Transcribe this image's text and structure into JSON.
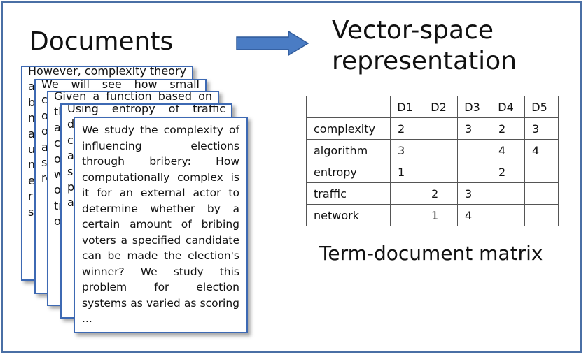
{
  "left_title": "Documents",
  "right_title_line1": "Vector-space",
  "right_title_line2": "representation",
  "colors": {
    "frame": "#4a6fa5",
    "arrow": "#4a7cc4",
    "page_border": "#3d69b3"
  },
  "documents": [
    {
      "text": "However, complexity theory alone is not a sufficient barrier against manipulation in practice. In a large family of elections under reasonable random models, manipulation is easy for many natural rules. Nearly all such scenarios"
    },
    {
      "text": "We will see how small coalitions can influence outcomes in many elections of interest, and that known algorithms readily compute such manipulations at a reasonable cost in practice"
    },
    {
      "text": "Given a function based on the visible traffic flows, we analyze its behavior and compute the key measure of interest. We verify this with several experiments on real and simulated traffic, by comparing the outcomes"
    },
    {
      "text": "Using entropy of traffic distributions, we characterize network anomalies and show that simple probes reveal patterns quite effectively in a bounded window"
    },
    {
      "text": "We study the complexity of influencing elections through bribery: How computationally complex is it for an external actor to determine whether by a certain amount of bribing voters a specified candidate can be made the election's winner? We study this problem for election systems as varied as scoring ..."
    }
  ],
  "matrix": {
    "columns": [
      "D1",
      "D2",
      "D3",
      "D4",
      "D5"
    ],
    "rows": [
      {
        "term": "complexity",
        "values": [
          "2",
          "",
          "3",
          "2",
          "3"
        ]
      },
      {
        "term": "algorithm",
        "values": [
          "3",
          "",
          "",
          "4",
          "4"
        ]
      },
      {
        "term": "entropy",
        "values": [
          "1",
          "",
          "",
          "2",
          ""
        ]
      },
      {
        "term": "traffic",
        "values": [
          "",
          "2",
          "3",
          "",
          ""
        ]
      },
      {
        "term": "network",
        "values": [
          "",
          "1",
          "4",
          "",
          ""
        ]
      }
    ],
    "caption": "Term-document matrix"
  }
}
